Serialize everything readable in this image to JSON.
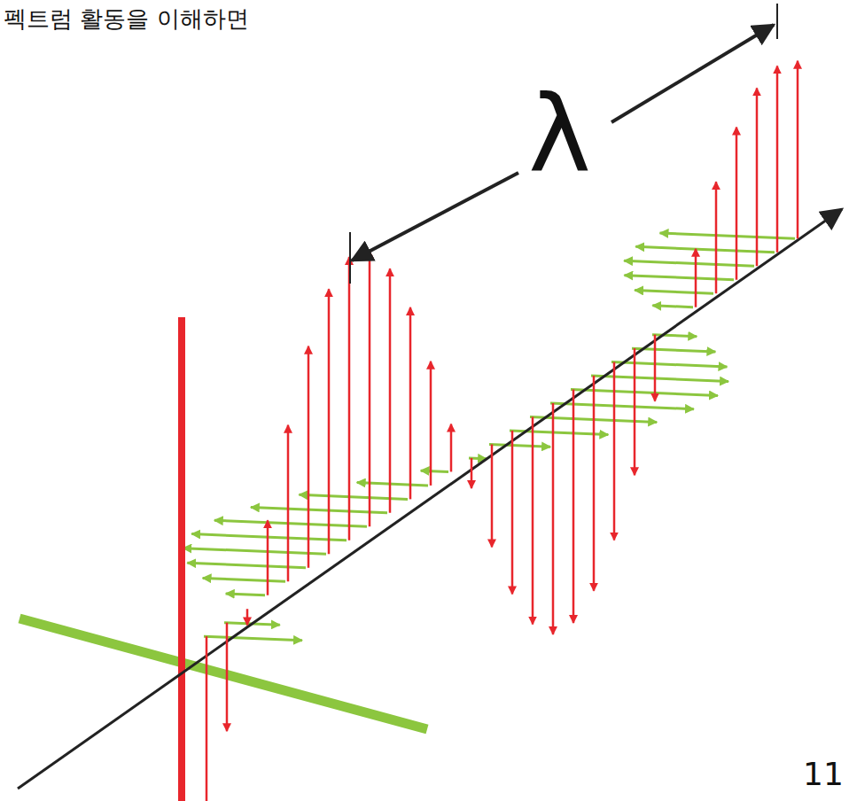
{
  "diagram": {
    "labels": [
      "펙트럼 활동을 이해하면",
      "λ",
      "11"
    ]
  }
}
